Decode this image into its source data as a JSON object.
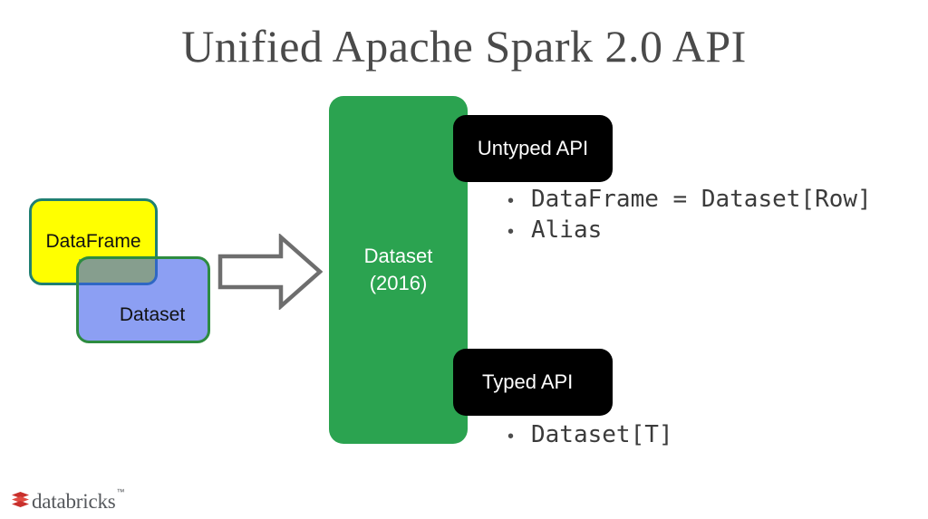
{
  "slide": {
    "title": "Unified Apache Spark 2.0 API",
    "background_color": "#ffffff",
    "title_color": "#4a4a4a"
  },
  "venn": {
    "dataframe": {
      "label": "DataFrame",
      "fill_color": "#ffff00",
      "border_color": "#1f7f72"
    },
    "dataset": {
      "label": "Dataset",
      "fill_color": "#8c9ff3",
      "border_color": "#2d8c40"
    },
    "overlap_color": "#869e8e"
  },
  "arrow": {
    "icon": "right-block-arrow-icon",
    "fill_color": "#ffffff",
    "stroke_color": "#6e6e6e"
  },
  "center": {
    "title": "Dataset",
    "year": "(2016)",
    "fill_color": "#2ba350",
    "text_color": "#ffffff"
  },
  "apis": [
    {
      "pill_label": "Untyped API",
      "pill_color": "#000000",
      "bullets": [
        "DataFrame = Dataset[Row]",
        "Alias"
      ]
    },
    {
      "pill_label": "Typed API",
      "pill_color": "#000000",
      "bullets": [
        "Dataset[T]"
      ]
    }
  ],
  "bullet_marker": "•",
  "branding": {
    "logo_icon": "databricks-stack-icon",
    "wordmark": "databricks",
    "trademark": "™",
    "logo_color": "#c9302c",
    "wordmark_color": "#55585c"
  }
}
